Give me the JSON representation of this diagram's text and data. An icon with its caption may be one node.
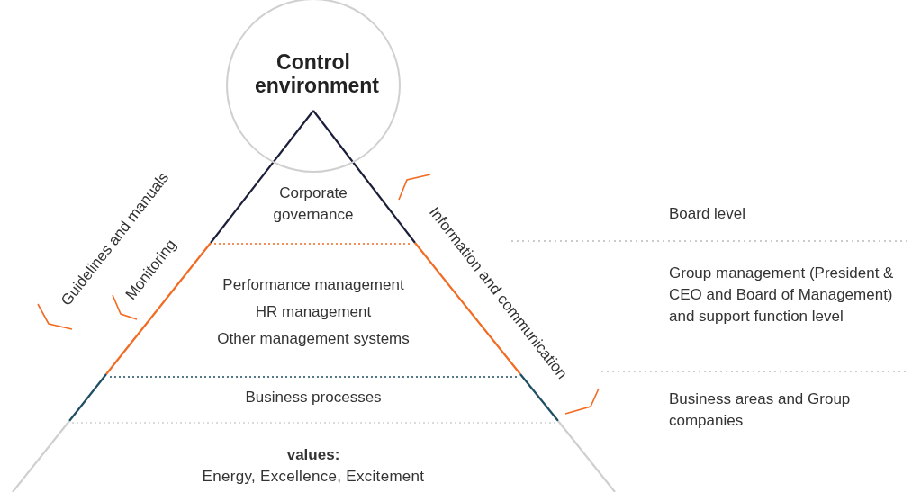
{
  "diagram": {
    "nodes": [
      {
        "text": [
          "Control environment"
        ]
      },
      {
        "text": [
          "Corporate governance"
        ]
      },
      {
        "text": [
          "Performance management",
          "HR management",
          "Other management systems"
        ]
      },
      {
        "text": [
          "Business processes"
        ]
      },
      {
        "text": [
          "values:",
          "Energy, Excellence, Excitement"
        ]
      }
    ],
    "labels": [
      "Guidelines and manuals",
      "Monitoring",
      "Information and communication",
      "Board level",
      "Group management (President & CEO and Board of Management) and support function level",
      "Business areas and Group companies"
    ]
  }
}
